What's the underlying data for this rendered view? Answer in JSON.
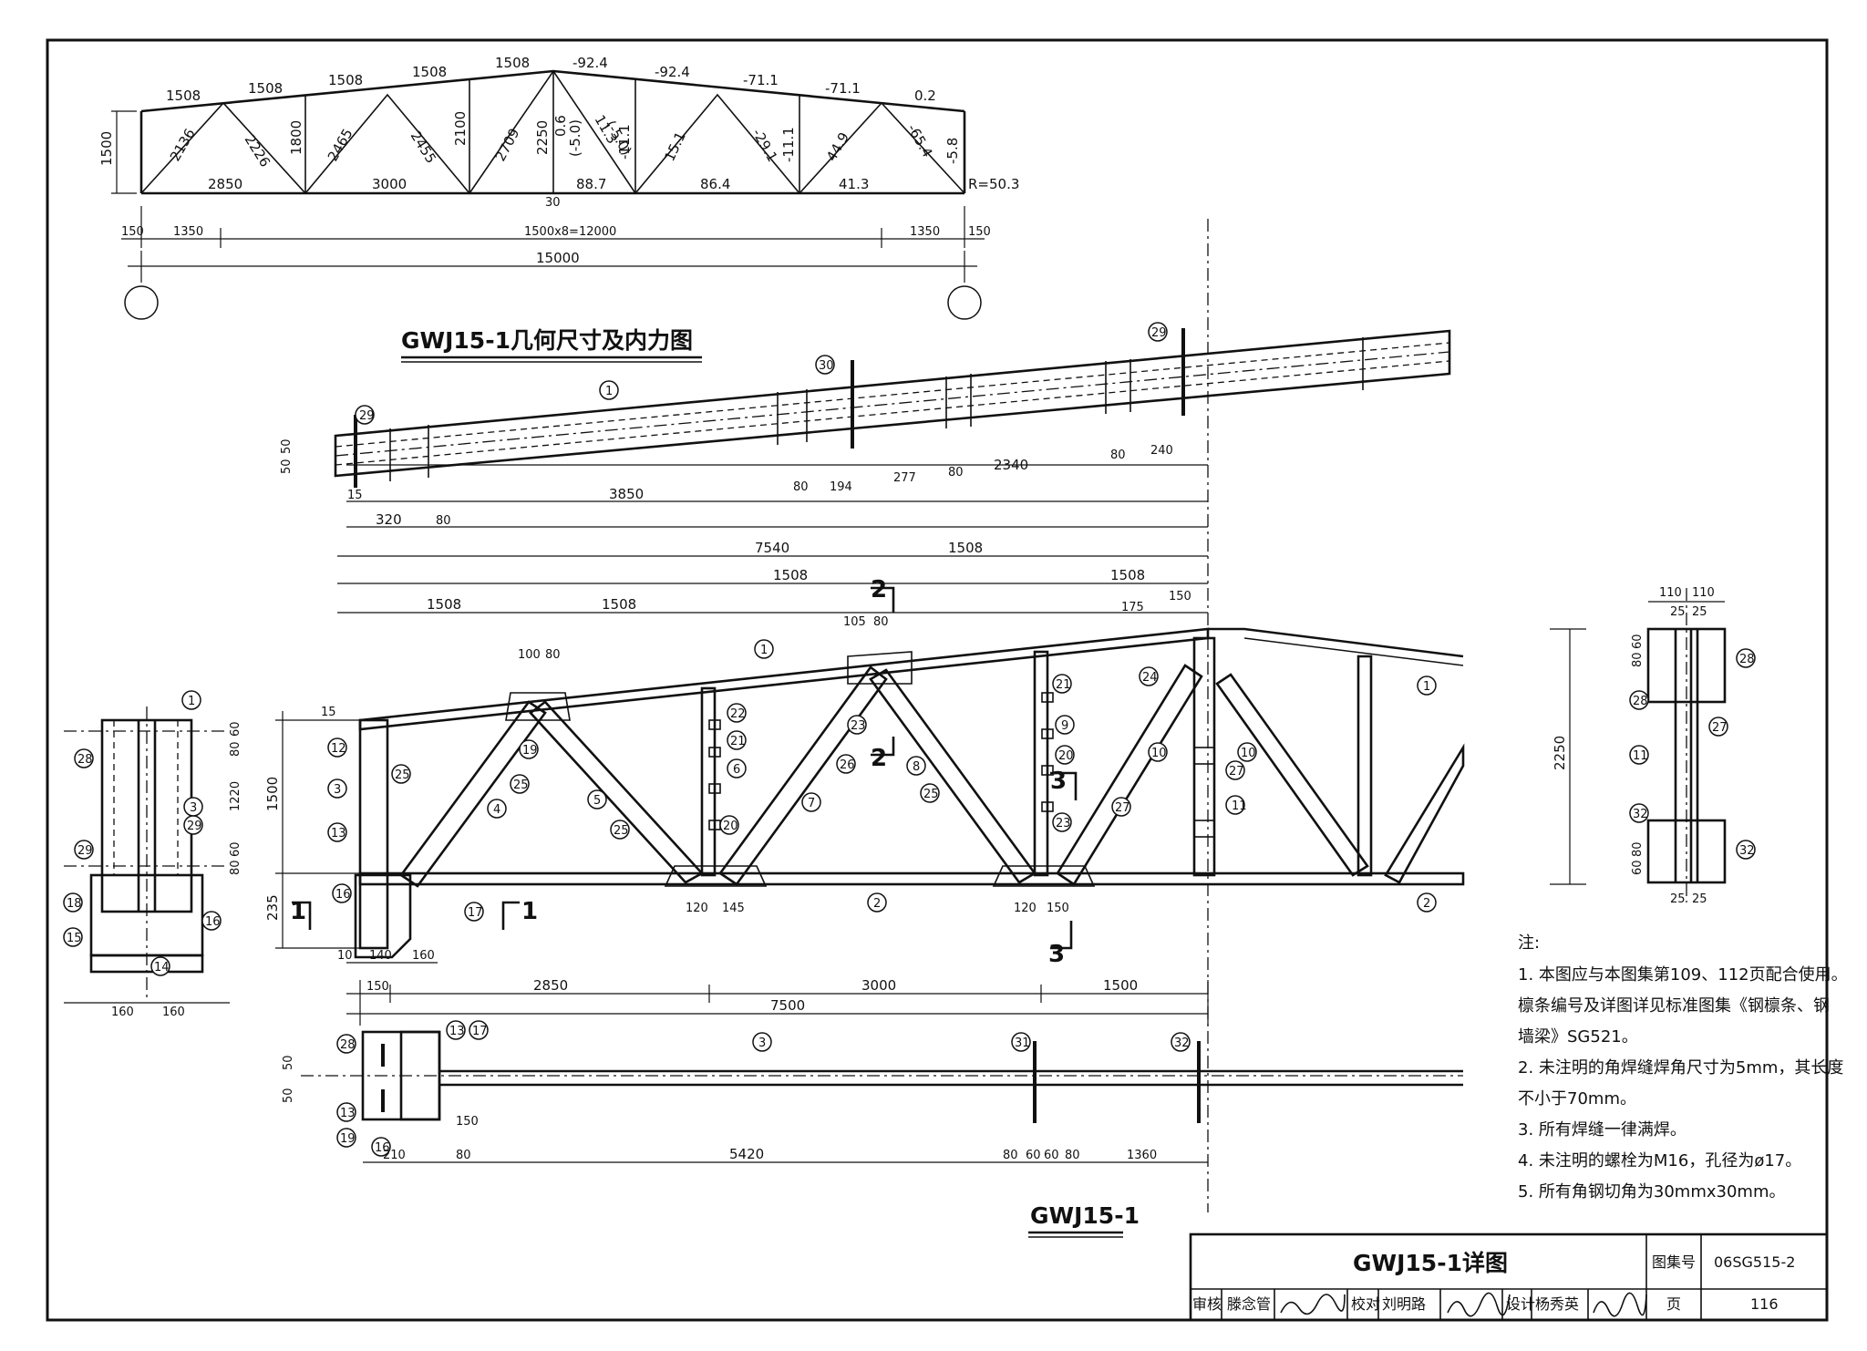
{
  "geometry_diagram": {
    "title": "GWJ15-1几何尺寸及内力图",
    "top_chord_lengths": [
      "1508",
      "1508",
      "1508",
      "1508",
      "1508"
    ],
    "top_chord_forces": [
      "-92.4",
      "-92.4",
      "-71.1",
      "-71.1",
      "0.2"
    ],
    "left_diag_lengths": [
      "2136",
      "2226",
      "2465",
      "2455",
      "2709"
    ],
    "vertical_lengths": [
      "1800",
      "2100",
      "2250"
    ],
    "center_values": [
      "0.6",
      "(-5.0)",
      "11.3",
      "(-5.0)"
    ],
    "right_diag_forces": [
      "-11.1",
      "15.1",
      "-29.1",
      "-11.1",
      "44.9",
      "-65.4",
      "-5.8"
    ],
    "bottom_lengths": [
      "2850",
      "3000"
    ],
    "bottom_forces": [
      "88.7",
      "86.4",
      "41.3"
    ],
    "reaction": "R=50.3",
    "height": "1500",
    "small_label": "30",
    "dims": [
      "150",
      "1350",
      "1500x8=12000",
      "1350",
      "150"
    ],
    "span": "15000"
  },
  "detail": {
    "title": "GWJ15-1",
    "top_plan_dims": [
      "15",
      "320",
      "80",
      "3850",
      "80",
      "194",
      "277",
      "80",
      "2340",
      "80",
      "240"
    ],
    "top_plan_side": [
      "50",
      "50"
    ],
    "top_plan_total": "7540",
    "panel_dims": [
      "1508",
      "1508",
      "1508",
      "1508"
    ],
    "node_dims": [
      "100",
      "80",
      "105",
      "80",
      "175",
      "150"
    ],
    "left_heights": [
      "15",
      "1500",
      "235"
    ],
    "right_height": "2250",
    "bottom_dims_1": [
      "10",
      "140",
      "160"
    ],
    "bottom_dims_2": [
      "150",
      "2850",
      "3000",
      "1500"
    ],
    "bottom_total": "7500",
    "node_small": [
      "120",
      "145",
      "120",
      "150"
    ],
    "bottom_plan_dims": [
      "210",
      "80",
      "5420",
      "80",
      "60",
      "60",
      "80",
      "1360"
    ],
    "bottom_plan_side": [
      "50",
      "50",
      "150"
    ],
    "section_marks": [
      "1",
      "1",
      "2",
      "2",
      "3",
      "3"
    ],
    "part_numbers": [
      "1",
      "2",
      "3",
      "4",
      "5",
      "6",
      "7",
      "8",
      "9",
      "10",
      "11",
      "12",
      "13",
      "16",
      "17",
      "18",
      "19",
      "20",
      "21",
      "22",
      "23",
      "24",
      "25",
      "26",
      "27",
      "28",
      "29",
      "30",
      "31",
      "32"
    ]
  },
  "section_left": {
    "dims": [
      "160",
      "160",
      "80",
      "60",
      "1220",
      "60",
      "80"
    ],
    "parts": [
      "1",
      "28",
      "3",
      "29",
      "29",
      "18",
      "15",
      "14",
      "16"
    ]
  },
  "section_right": {
    "dims_top": [
      "110",
      "110",
      "25",
      "25"
    ],
    "dims_bot": [
      "25",
      "25"
    ],
    "side": [
      "80",
      "60",
      "60",
      "80"
    ],
    "parts": [
      "28",
      "28",
      "27",
      "11",
      "32",
      "32"
    ]
  },
  "notes": {
    "heading": "注:",
    "items": [
      "1. 本图应与本图集第109、112页配合使用。",
      "   檩条编号及详图详见标准图集《钢檩条、钢",
      "   墙梁》SG521。",
      "2. 未注明的角焊缝焊角尺寸为5mm，其长度",
      "   不小于70mm。",
      "3. 所有焊缝一律满焊。",
      "4. 未注明的螺栓为M16，孔径为ø17。",
      "5. 所有角钢切角为30mmx30mm。"
    ]
  },
  "title_block": {
    "drawing_title": "GWJ15-1详图",
    "atlas_label": "图集号",
    "atlas_no": "06SG515-2",
    "review_label": "审核",
    "reviewer": "滕念管",
    "check_label": "校对",
    "checker": "刘明路",
    "design_label": "设计",
    "designer": "杨秀英",
    "page_label": "页",
    "page_no": "116"
  }
}
